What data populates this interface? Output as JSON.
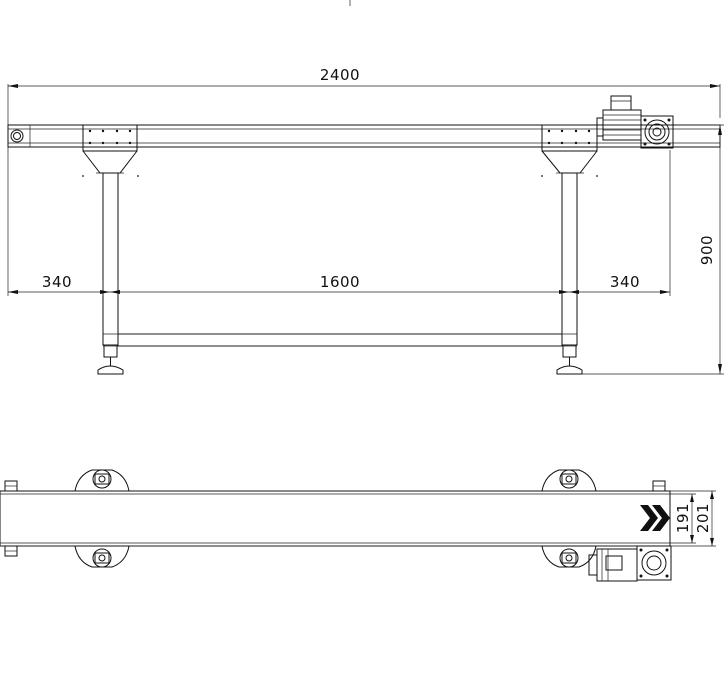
{
  "side_view": {
    "overall_length": "2400",
    "left_offset": "340",
    "leg_spacing": "1600",
    "right_offset": "340",
    "height": "900"
  },
  "top_view": {
    "belt_width": "191",
    "frame_width": "201"
  },
  "colors": {
    "line": "#111111",
    "background": "#ffffff"
  }
}
